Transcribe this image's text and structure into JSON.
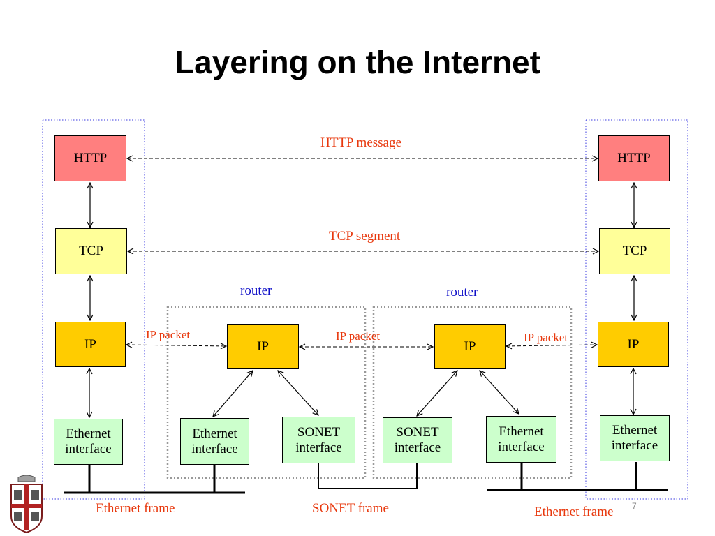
{
  "slide": {
    "title": "Layering on the Internet",
    "page_number": "7"
  },
  "hosts": {
    "left": {
      "http": "HTTP",
      "tcp": "TCP",
      "ip": "IP",
      "interface": "Ethernet interface"
    },
    "right": {
      "http": "HTTP",
      "tcp": "TCP",
      "ip": "IP",
      "interface": "Ethernet interface"
    }
  },
  "routers": [
    {
      "label": "router",
      "ip": "IP",
      "interfaces": [
        "Ethernet interface",
        "SONET interface"
      ]
    },
    {
      "label": "router",
      "ip": "IP",
      "interfaces": [
        "SONET interface",
        "Ethernet interface"
      ]
    }
  ],
  "messages": {
    "http": "HTTP message",
    "tcp": "TCP segment",
    "ip_packets": [
      "IP packet",
      "IP packet",
      "IP packet"
    ]
  },
  "frames": [
    "Ethernet frame",
    "SONET frame",
    "Ethernet frame"
  ],
  "colors": {
    "http": "#ff7f7f",
    "tcp": "#ffff99",
    "ip": "#ffcc00",
    "interface": "#ccffcc",
    "message_text": "#e8380d",
    "router_text": "#1010c8"
  }
}
